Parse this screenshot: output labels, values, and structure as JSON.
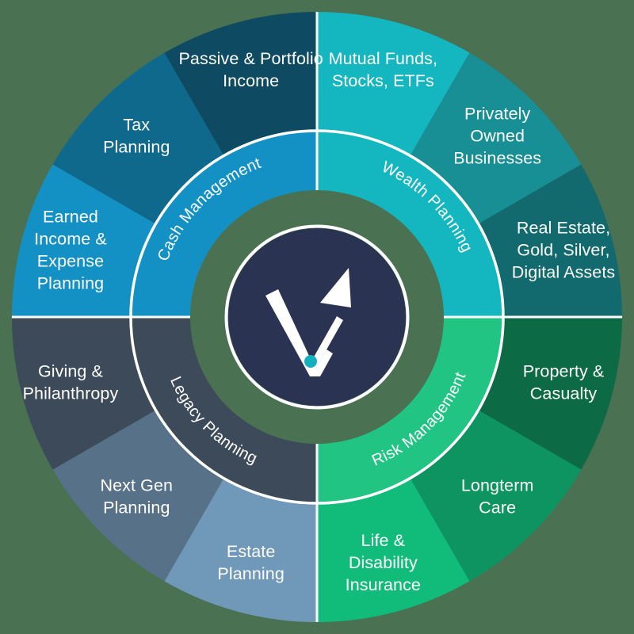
{
  "diagram": {
    "title": "Wealth Management Wheel",
    "background_color": "#4a7152",
    "center": {
      "circle_color": "#2a3352",
      "logo_name": "v-arrow-logo",
      "logo_mark_color": "#ffffff",
      "logo_dot_color": "#15b0bd"
    },
    "divider_color": "#ffffff",
    "quadrants": [
      {
        "id": "cash-management",
        "ring_label": "Cash Management",
        "ring_color": "#1491c4",
        "segments": [
          {
            "label_lines": [
              "Earned",
              "Income &",
              "Expense",
              "Planning"
            ],
            "color": "#1491c4"
          },
          {
            "label_lines": [
              "Tax",
              "Planning"
            ],
            "color": "#0e698c"
          },
          {
            "label_lines": [
              "Passive & Portfolio",
              "Income"
            ],
            "color": "#0e4a61"
          }
        ]
      },
      {
        "id": "wealth-planning",
        "ring_label": "Wealth Planning",
        "ring_color": "#14b7bf",
        "segments": [
          {
            "label_lines": [
              "Mutual Funds,",
              "Stocks, ETFs"
            ],
            "color": "#14b7bf"
          },
          {
            "label_lines": [
              "Privately",
              "Owned",
              "Businesses"
            ],
            "color": "#178f95"
          },
          {
            "label_lines": [
              "Real Estate,",
              "Gold, Silver,",
              "Digital Assets"
            ],
            "color": "#136a6e"
          }
        ]
      },
      {
        "id": "risk-management",
        "ring_label": "Risk Management",
        "ring_color": "#22c483",
        "segments": [
          {
            "label_lines": [
              "Property &",
              "Casualty"
            ],
            "color": "#0c6b45"
          },
          {
            "label_lines": [
              "Longterm",
              "Care"
            ],
            "color": "#0e9460"
          },
          {
            "label_lines": [
              "Life &",
              "Disability",
              "Insurance"
            ],
            "color": "#11bc7b"
          }
        ]
      },
      {
        "id": "legacy-planning",
        "ring_label": "Legacy Planning",
        "ring_color": "#3c4a59",
        "segments": [
          {
            "label_lines": [
              "Estate",
              "Planning"
            ],
            "color": "#7098b8"
          },
          {
            "label_lines": [
              "Next Gen",
              "Planning"
            ],
            "color": "#577189"
          },
          {
            "label_lines": [
              "Giving &",
              "Philanthropy"
            ],
            "color": "#3c4a59"
          }
        ]
      }
    ]
  }
}
